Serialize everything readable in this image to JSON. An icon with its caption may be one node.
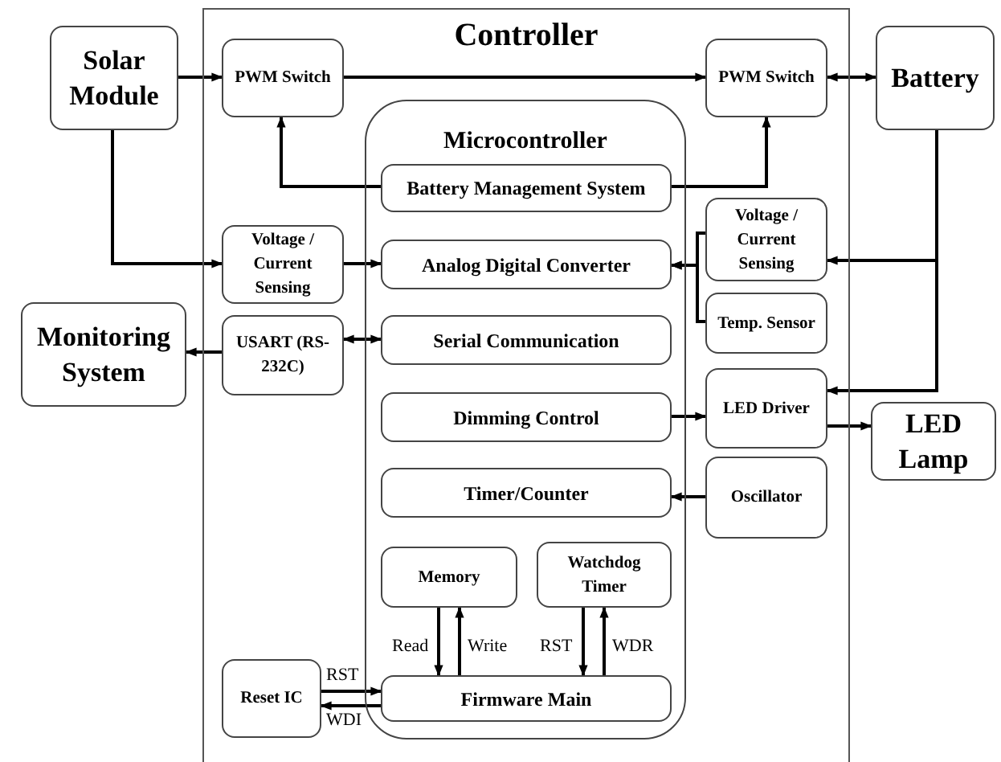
{
  "diagram": {
    "nodes": [
      {
        "text": [
          "Controller"
        ]
      },
      {
        "text": [
          "Solar Module"
        ]
      },
      {
        "text": [
          "PWM Switch"
        ],
        "in": 0
      },
      {
        "text": [
          "PWM Switch"
        ],
        "in": 0
      },
      {
        "text": [
          "Battery"
        ]
      },
      {
        "text": [
          "Microcontroller"
        ],
        "in": 0
      },
      {
        "text": [
          "Battery Management System"
        ],
        "in": 5
      },
      {
        "text": [
          "Voltage / Current Sensing"
        ],
        "in": 0
      },
      {
        "text": [
          "Analog Digital Converter"
        ],
        "in": 5
      },
      {
        "text": [
          "Voltage / Current Sensing"
        ],
        "in": 0
      },
      {
        "text": [
          "Temp. Sensor"
        ],
        "in": 0
      },
      {
        "text": [
          "Monitoring System"
        ]
      },
      {
        "text": [
          "USART (RS-232C)"
        ],
        "in": 0
      },
      {
        "text": [
          "Serial Communication"
        ],
        "in": 5
      },
      {
        "text": [
          "LED Driver"
        ],
        "in": 0
      },
      {
        "text": [
          "Dimming Control"
        ],
        "in": 5
      },
      {
        "text": [
          "LED Lamp"
        ]
      },
      {
        "text": [
          "Timer/Counter"
        ],
        "in": 5
      },
      {
        "text": [
          "Oscillator"
        ],
        "in": 0
      },
      {
        "text": [
          "Memory"
        ],
        "in": 5
      },
      {
        "text": [
          "Watchdog Timer"
        ],
        "in": 5
      },
      {
        "text": [
          "Reset IC"
        ],
        "in": 0
      },
      {
        "text": [
          "Firmware Main"
        ],
        "in": 5
      }
    ],
    "edges": [
      {
        "from": 1,
        "to": 2,
        "arrow": "to"
      },
      {
        "from": 2,
        "to": 3,
        "arrow": "to"
      },
      {
        "from": 3,
        "to": 4,
        "arrow": "both"
      },
      {
        "from": 6,
        "to": 2,
        "arrow": "to"
      },
      {
        "from": 6,
        "to": 3,
        "arrow": "to"
      },
      {
        "from": 1,
        "to": 7,
        "arrow": "to"
      },
      {
        "from": 7,
        "to": 8,
        "arrow": "to"
      },
      {
        "from": 4,
        "to": 9,
        "arrow": "to"
      },
      {
        "from": 4,
        "to": 14,
        "arrow": "to"
      },
      {
        "from": 9,
        "to": 8,
        "arrow": "to"
      },
      {
        "from": 10,
        "to": 8,
        "arrow": "to"
      },
      {
        "from": 12,
        "to": 11,
        "arrow": "to"
      },
      {
        "from": 13,
        "to": 12,
        "arrow": "both"
      },
      {
        "from": 15,
        "to": 14,
        "arrow": "to"
      },
      {
        "from": 14,
        "to": 16,
        "arrow": "to"
      },
      {
        "from": 18,
        "to": 17,
        "arrow": "to"
      },
      {
        "from": 19,
        "to": 22,
        "arrow": "to",
        "label": "Read"
      },
      {
        "from": 22,
        "to": 19,
        "arrow": "to",
        "label": "Write"
      },
      {
        "from": 20,
        "to": 22,
        "arrow": "to",
        "label": "RST"
      },
      {
        "from": 22,
        "to": 20,
        "arrow": "to",
        "label": "WDR"
      },
      {
        "from": 21,
        "to": 22,
        "arrow": "to",
        "label": "RST"
      },
      {
        "from": 22,
        "to": 21,
        "arrow": "to",
        "label": "WDI"
      }
    ]
  }
}
